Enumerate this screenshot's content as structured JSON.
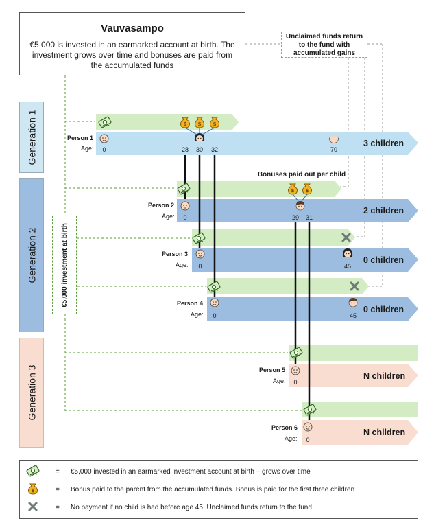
{
  "title": "Vauvasampo",
  "description": "€5,000 is invested in an earmarked account at birth. The investment grows over time and bonuses are paid from the accumulated funds",
  "unclaimed_note": "Unclaimed funds return to the fund with accumulated gains",
  "bonus_note": "Bonuses paid out per child",
  "investment_label": "€5,000 investment at birth",
  "age_label": "Age:",
  "generations": [
    {
      "label": "Generation 1"
    },
    {
      "label": "Generation 2"
    },
    {
      "label": "Generation 3"
    }
  ],
  "persons": [
    {
      "name": "Person 1",
      "ages": [
        "0",
        "28",
        "30",
        "32",
        "70"
      ],
      "children": "3 children"
    },
    {
      "name": "Person 2",
      "ages": [
        "0",
        "29",
        "31"
      ],
      "children": "2 children"
    },
    {
      "name": "Person 3",
      "ages": [
        "0",
        "45"
      ],
      "children": "0 children"
    },
    {
      "name": "Person 4",
      "ages": [
        "0",
        "45"
      ],
      "children": "0 children"
    },
    {
      "name": "Person 5",
      "ages": [
        "0"
      ],
      "children": "N children"
    },
    {
      "name": "Person 6",
      "ages": [
        "0"
      ],
      "children": "N children"
    }
  ],
  "legend": {
    "equals": "=",
    "items": [
      {
        "icon": "money-investment-icon",
        "text": "€5,000 invested in an earmarked investment account at birth – grows over time"
      },
      {
        "icon": "money-bag-icon",
        "text": "Bonus paid to the parent from the accumulated funds. Bonus is paid for the first three children"
      },
      {
        "icon": "cross-mark-icon",
        "text": "No payment if no child is had before age 45. Unclaimed funds return to the fund"
      }
    ]
  },
  "colors": {
    "generation1": "#cfe6f3",
    "generation2": "#9dbde0",
    "generation3": "#f9ddd0",
    "person1_bar": "#bfe0f2",
    "person2_bar": "#9dbde0",
    "person5_bar": "#f9ddd0",
    "fund_bar": "#d3ecc4",
    "dashed_green": "#5a9e3a",
    "bonus_gold": "#e6a817"
  }
}
